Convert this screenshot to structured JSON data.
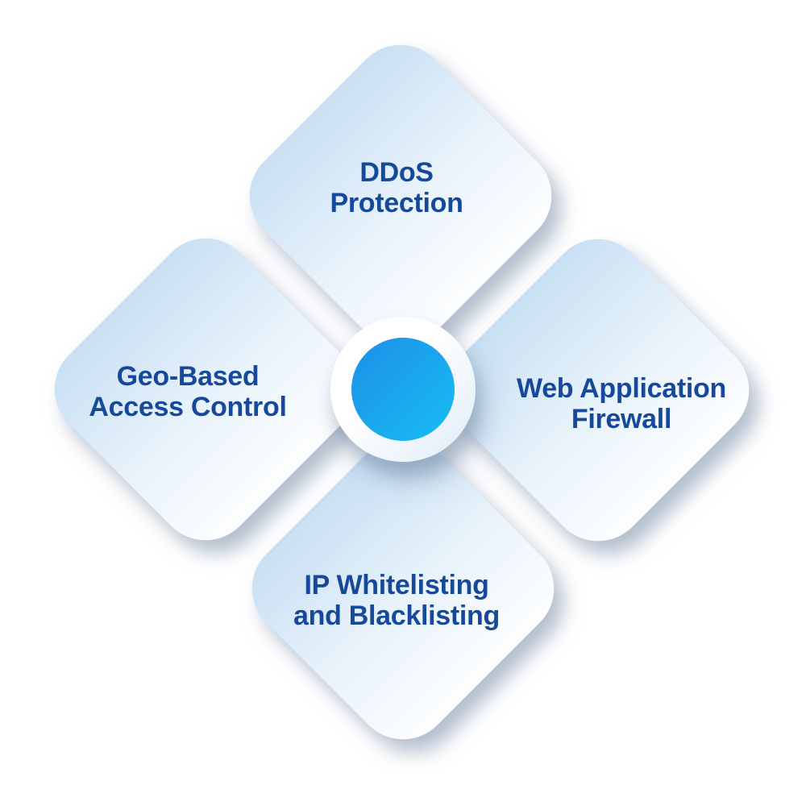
{
  "diagram": {
    "type": "hub-and-spoke-diamonds",
    "nodes": {
      "top": {
        "line1": "DDoS",
        "line2": "Protection"
      },
      "right": {
        "line1": "Web Application",
        "line2": "Firewall"
      },
      "bottom": {
        "line1": "IP Whitelisting",
        "line2": "and Blacklisting"
      },
      "left": {
        "line1": "Geo-Based",
        "line2": "Access Control"
      }
    },
    "colors": {
      "background": "#FFFFFF",
      "label_text": "#17499B",
      "diamond_gradient_start": "#C9E0F4",
      "diamond_gradient_end": "#FDFEFF",
      "hub_ring": "#FFFFFF",
      "hub_core_gradient_start": "#1E8FE7",
      "hub_core_gradient_end": "#17BDF3",
      "shadow": "rgba(104,126,156,0.5)"
    }
  }
}
